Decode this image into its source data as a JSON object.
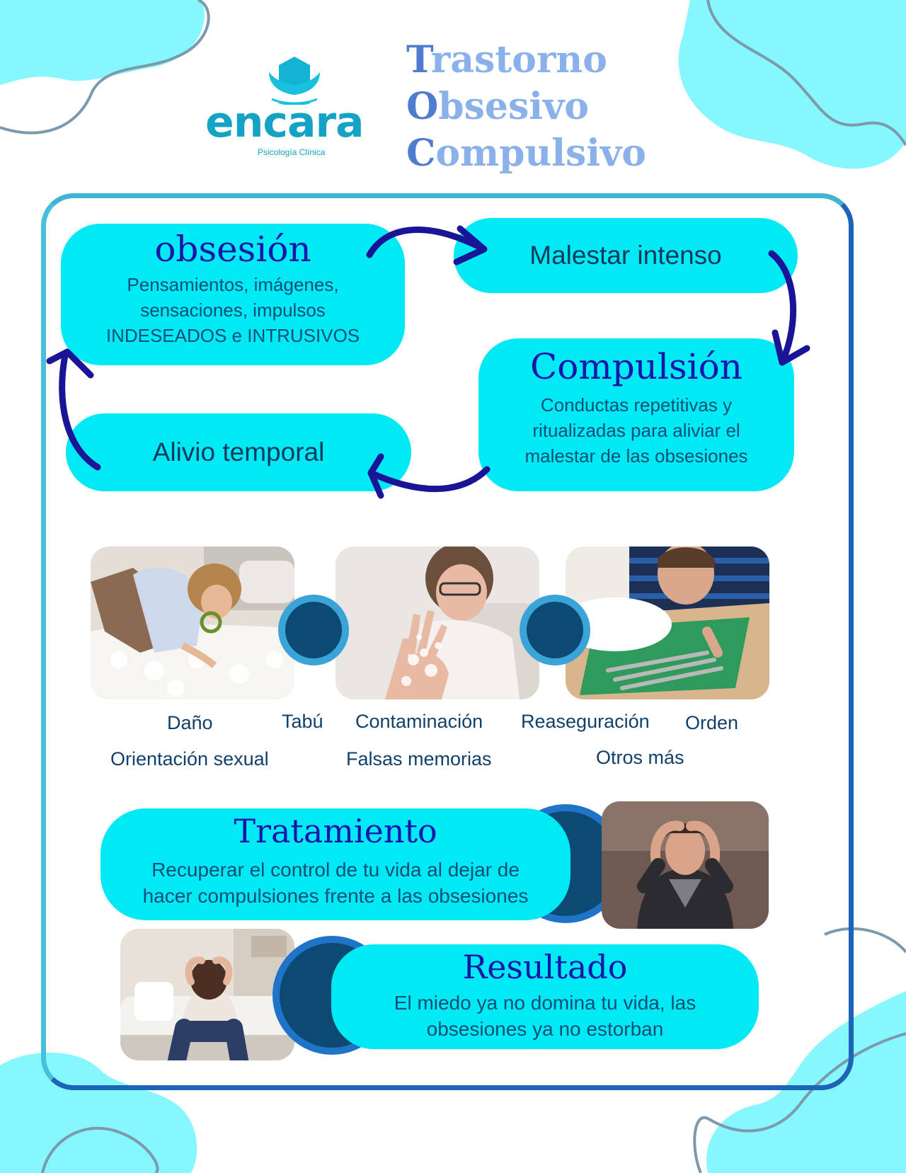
{
  "colors": {
    "cyan_pill": "#00e9f5",
    "blob": "#86f7fc",
    "heading_blue": "#1a16a8",
    "arrow_navy": "#1a1496",
    "frame_blue": "#1d64b8",
    "dark_circle": "#0c4a73",
    "title_light": "#8ab1ea",
    "title_initial": "#4f7ccf"
  },
  "header": {
    "logo_word": "encara",
    "logo_tagline": "Psicología Clínica",
    "title_lines": [
      {
        "initial": "T",
        "rest": "rastorno"
      },
      {
        "initial": "O",
        "rest": "bsesivo"
      },
      {
        "initial": "C",
        "rest": "ompulsivo"
      }
    ]
  },
  "cycle": {
    "obsession": {
      "title": "obsesión",
      "lines": [
        "Pensamientos, imágenes,",
        "sensaciones, impulsos",
        "INDESEADOS e INTRUSIVOS"
      ]
    },
    "distress": {
      "label": "Malestar intenso"
    },
    "compulsion": {
      "title": "Compulsión",
      "lines": [
        "Conductas repetitivas y",
        "ritualizadas para aliviar el",
        "malestar de las obsesiones"
      ]
    },
    "relief": {
      "label": "Alivio temporal"
    },
    "arrow_icons": [
      "arrow-icon",
      "arrow-icon",
      "arrow-icon",
      "arrow-icon"
    ]
  },
  "photos": [
    {
      "name": "photo-carpet-magnifier",
      "description_icon": "person-inspecting-carpet"
    },
    {
      "name": "photo-handwashing",
      "description_icon": "person-washing-hands"
    },
    {
      "name": "photo-aligning-cutlery",
      "description_icon": "person-aligning-cutlery"
    }
  ],
  "themes": {
    "row1": [
      "Daño",
      "Tabú",
      "Contaminación",
      "Reaseguración",
      "Orden"
    ],
    "row2": [
      "Orientación sexual",
      "Falsas memorias",
      "Otros más"
    ]
  },
  "treatment": {
    "title": "Tratamiento",
    "lines": [
      "Recuperar el control de tu vida al dejar de",
      "hacer compulsiones frente a las obsesiones"
    ]
  },
  "result": {
    "title": "Resultado",
    "lines": [
      "El miedo ya no domina tu vida, las",
      "obsesiones ya no estorban"
    ]
  }
}
